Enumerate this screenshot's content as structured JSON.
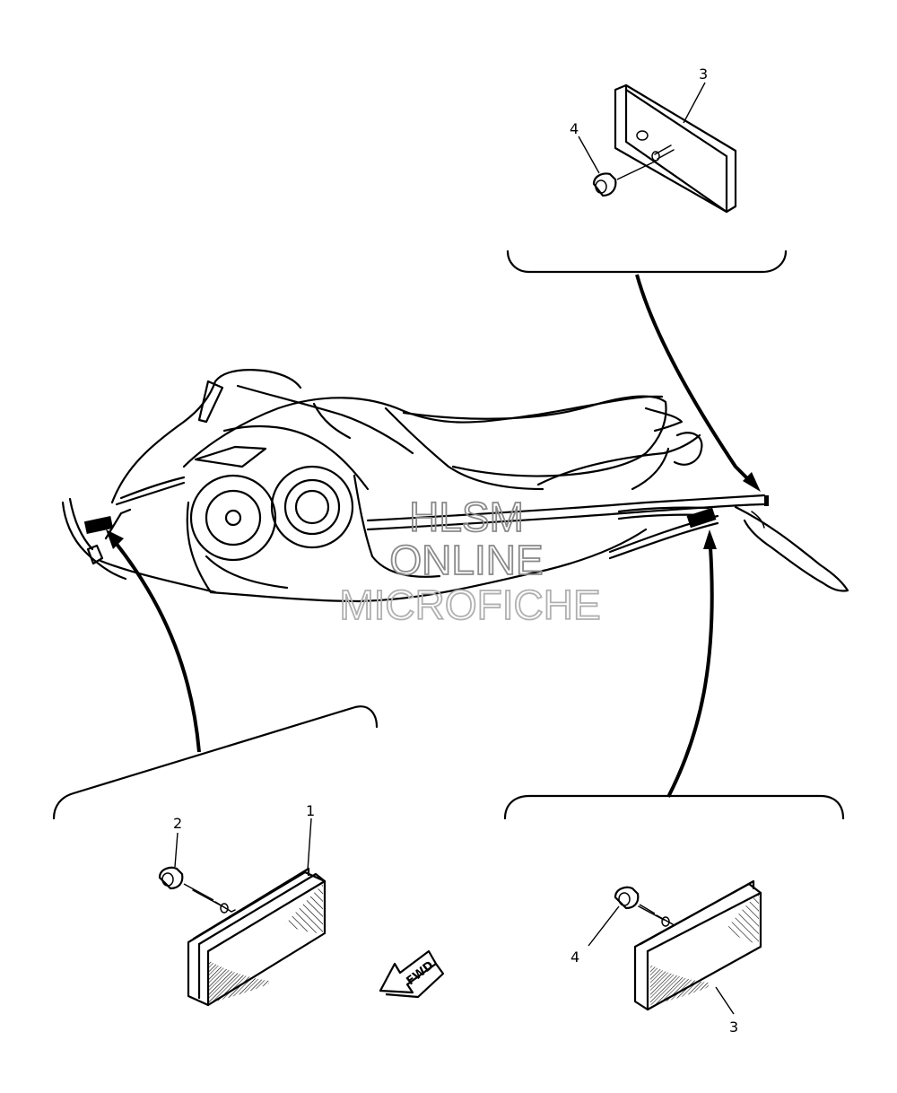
{
  "callouts": {
    "c1": "1",
    "c2": "2",
    "c3_top": "3",
    "c4_top": "4",
    "c4_bottom": "4",
    "c3_bottom": "3"
  },
  "fwd_label": "FWD",
  "watermark": {
    "line1": "HLSM",
    "line2": "ONLINE",
    "line3": "MICROFICHE",
    "color": "#9a9a9a"
  },
  "colors": {
    "line": "#000000",
    "background": "#ffffff"
  }
}
